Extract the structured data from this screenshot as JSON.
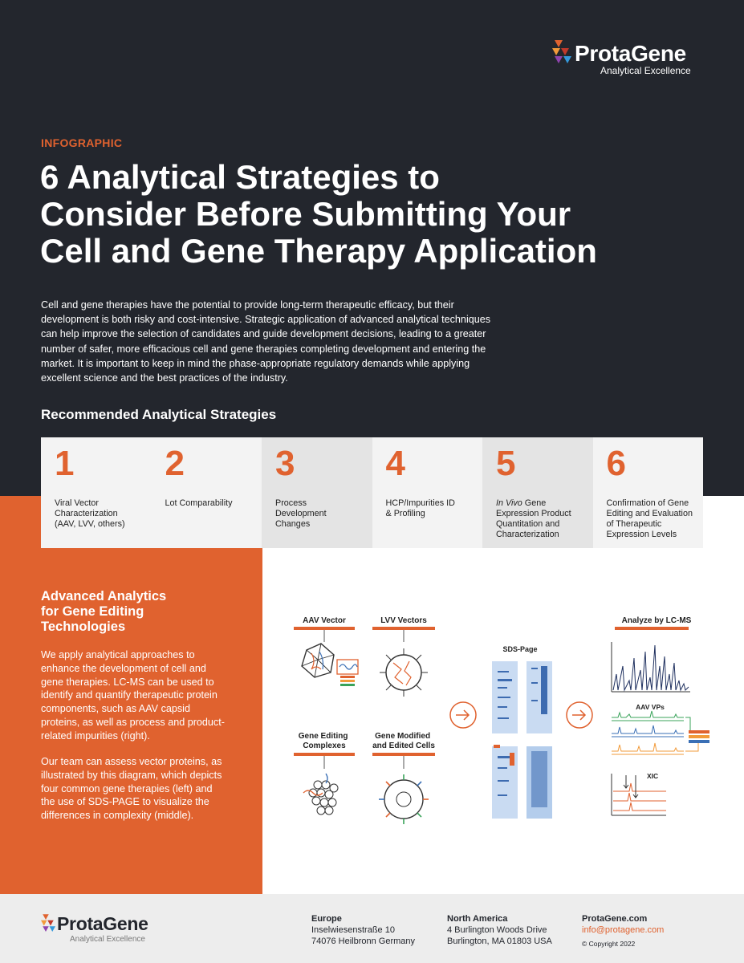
{
  "brand": {
    "name": "ProtaGene",
    "tagline": "Analytical Excellence",
    "colors": {
      "orange": "#e0622f",
      "dark": "#23262d"
    }
  },
  "header": {
    "eyebrow": "INFOGRAPHIC",
    "title_lines": [
      "6 Analytical Strategies to",
      "Consider Before Submitting Your",
      "Cell and Gene Therapy Application"
    ],
    "intro": "Cell and gene therapies have the potential to provide long-term therapeutic efficacy, but their development is both risky and cost-intensive. Strategic application of advanced analytical techniques can help improve the selection of candidates and guide development decisions, leading to a greater number of safer, more efficacious cell and gene therapies completing development and entering the market. It is important to keep in mind the phase-appropriate regulatory demands while applying excellent science and the best practices of the industry."
  },
  "strategies": {
    "heading": "Recommended Analytical Strategies",
    "items": [
      {
        "num": "1",
        "lines": [
          "Viral Vector",
          "Characterization",
          "(AAV, LVV, others)"
        ]
      },
      {
        "num": "2",
        "lines": [
          "Lot Comparability"
        ]
      },
      {
        "num": "3",
        "lines": [
          "Process",
          "Development",
          "Changes"
        ]
      },
      {
        "num": "4",
        "lines": [
          "HCP/Impurities ID",
          "& Profiling"
        ]
      },
      {
        "num": "5",
        "italic": "In Vivo",
        "lines": [
          " Gene",
          "Expression Product",
          "Quantitation and",
          "Characterization"
        ]
      },
      {
        "num": "6",
        "lines": [
          "Confirmation of Gene",
          "Editing and Evaluation",
          "of Therapeutic",
          "Expression Levels"
        ]
      }
    ]
  },
  "advanced": {
    "title_lines": [
      "Advanced Analytics",
      "for Gene Editing",
      "Technologies"
    ],
    "p1": "We apply analytical approaches to enhance the development of cell and gene therapies. LC-MS can be used to identify and quantify therapeutic protein components, such as AAV capsid proteins, as well as process and product-related impurities (right).",
    "p2": "Our team can assess vector proteins, as illustrated by this diagram, which depicts four common gene therapies (left) and the use of SDS-PAGE to visualize the differences in complexity (middle)."
  },
  "diagram": {
    "aav_vector": "AAV Vector",
    "lvv_vectors": "LVV Vectors",
    "gene_editing_lines": [
      "Gene Editing",
      "Complexes"
    ],
    "gene_modified_lines": [
      "Gene Modified",
      "and Edited Cells"
    ],
    "sds_page": "SDS-Page",
    "lcms": "Analyze by LC-MS",
    "aav_vps": "AAV VPs",
    "xic": "XIC"
  },
  "footer": {
    "europe": {
      "heading": "Europe",
      "line1": "Inselwiesenstraße 10",
      "line2": "74076 Heilbronn Germany"
    },
    "north_america": {
      "heading": "North America",
      "line1": "4 Burlington Woods Drive",
      "line2": "Burlington, MA 01803 USA"
    },
    "web": {
      "heading": "ProtaGene.com",
      "email": "info@protagene.com",
      "copyright": "© Copyright 2022"
    }
  }
}
